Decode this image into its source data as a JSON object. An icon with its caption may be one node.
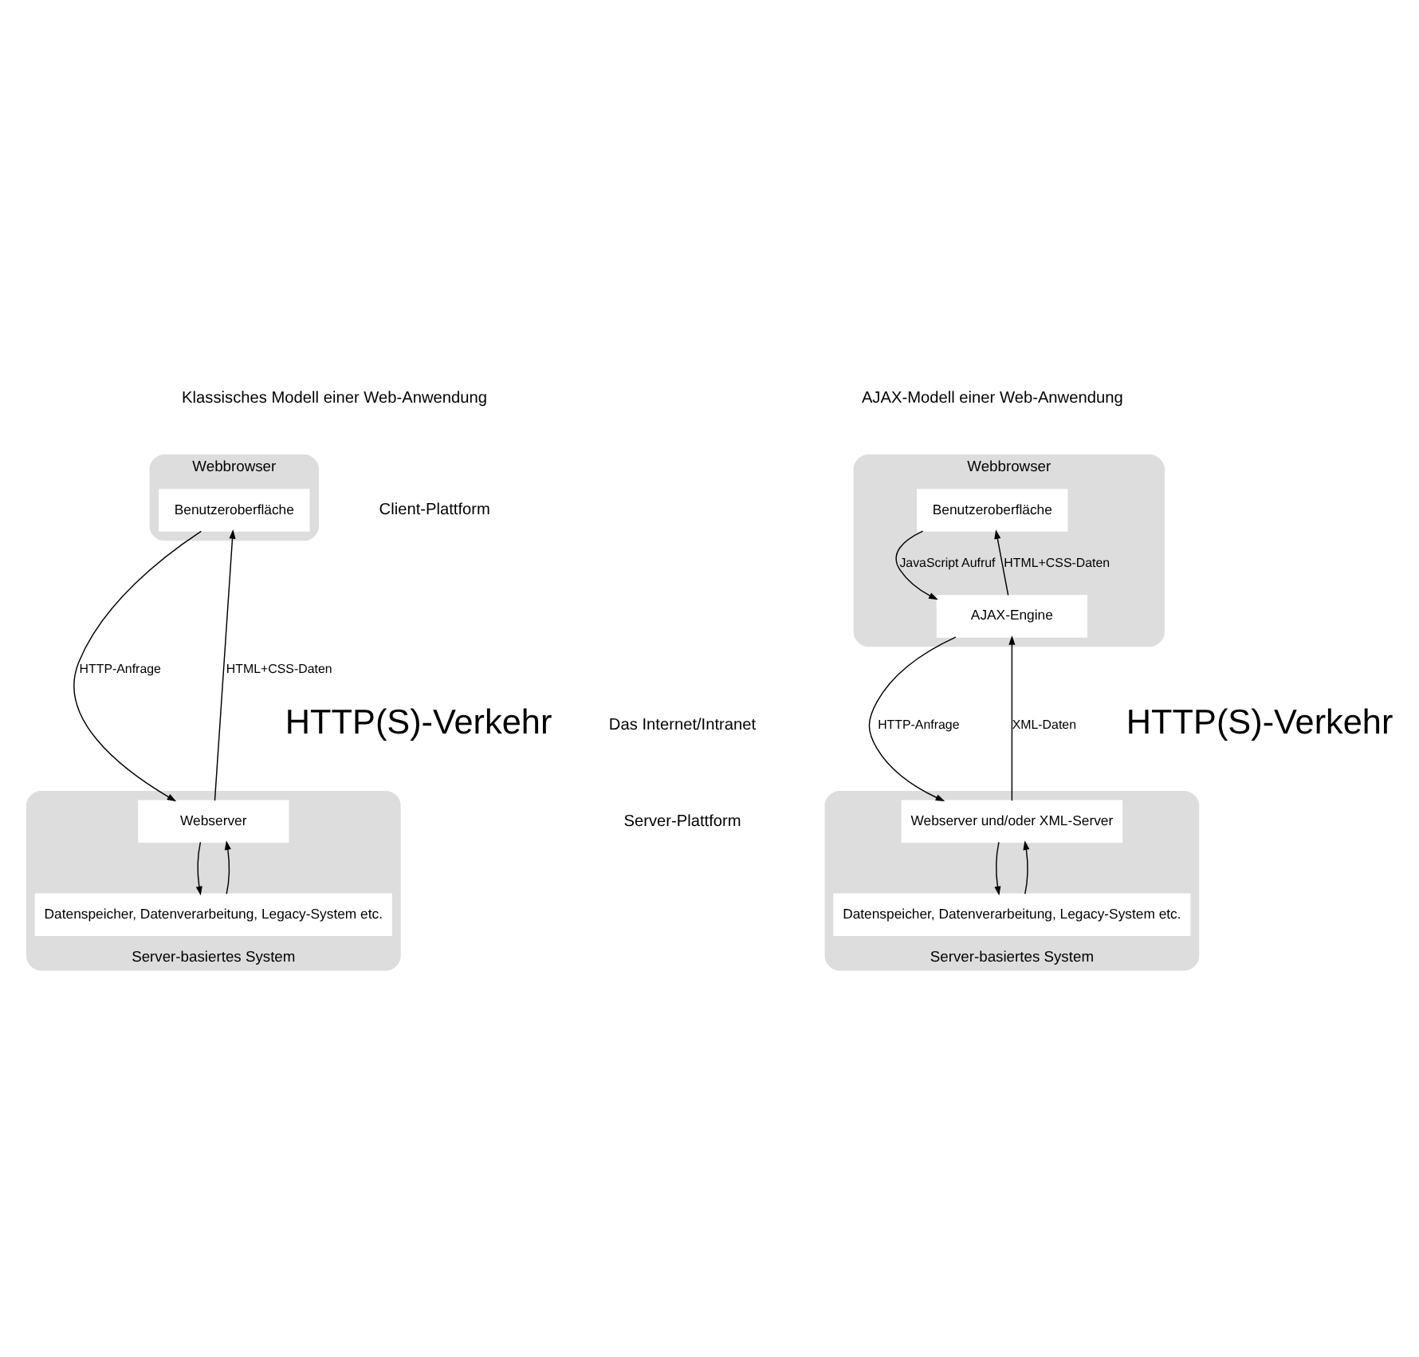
{
  "diagram": {
    "nodes": [
      {
        "text": [
          "Webbrowser"
        ]
      },
      {
        "text": [
          "Benutzeroberfläche"
        ],
        "in": 0
      },
      {
        "text": [
          "Server-basiertes System"
        ]
      },
      {
        "text": [
          "Webserver"
        ],
        "in": 2
      },
      {
        "text": [
          "Datenspeicher, Datenverarbeitung, Legacy-System etc."
        ],
        "in": 2
      },
      {
        "text": [
          "Webbrowser"
        ]
      },
      {
        "text": [
          "Benutzeroberfläche"
        ],
        "in": 5
      },
      {
        "text": [
          "AJAX-Engine"
        ],
        "in": 5
      },
      {
        "text": [
          "Server-basiertes System"
        ]
      },
      {
        "text": [
          "Webserver und/oder XML-Server"
        ],
        "in": 8
      },
      {
        "text": [
          "Datenspeicher, Datenverarbeitung, Legacy-System etc."
        ],
        "in": 8
      }
    ],
    "edges": [
      {
        "from": 1,
        "to": 3,
        "arrow": "to",
        "label": "HTTP-Anfrage"
      },
      {
        "from": 3,
        "to": 1,
        "arrow": "to",
        "label": "HTML+CSS-Daten"
      },
      {
        "from": 3,
        "to": 4,
        "arrow": "to"
      },
      {
        "from": 4,
        "to": 3,
        "arrow": "to"
      },
      {
        "from": 6,
        "to": 7,
        "arrow": "to",
        "label": "JavaScript Aufruf"
      },
      {
        "from": 7,
        "to": 6,
        "arrow": "to",
        "label": "HTML+CSS-Daten"
      },
      {
        "from": 7,
        "to": 9,
        "arrow": "to",
        "label": "HTTP-Anfrage"
      },
      {
        "from": 9,
        "to": 7,
        "arrow": "to",
        "label": "XML-Daten"
      },
      {
        "from": 9,
        "to": 10,
        "arrow": "to"
      },
      {
        "from": 10,
        "to": 9,
        "arrow": "to"
      }
    ],
    "labels": [
      "Klassisches Modell einer Web-Anwendung",
      "AJAX-Modell einer Web-Anwendung",
      "Client-Plattform",
      "Das Internet/Intranet",
      "HTTP(S)-Verkehr",
      "HTTP(S)-Verkehr",
      "Server-Plattform"
    ]
  }
}
